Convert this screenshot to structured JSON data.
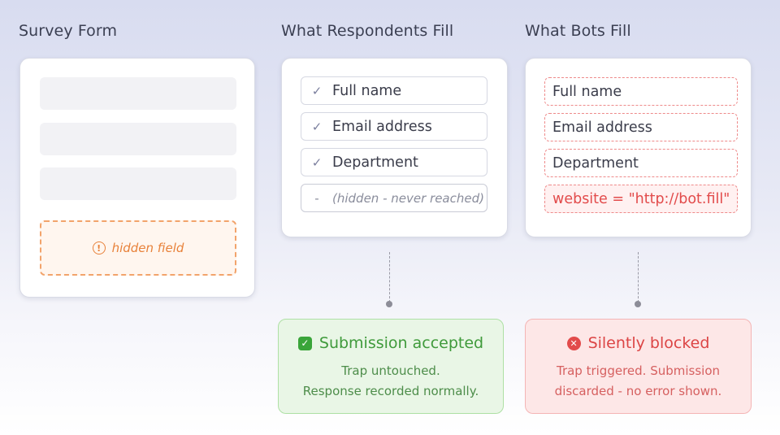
{
  "columns": {
    "survey": {
      "heading": "Survey Form",
      "hidden_field_label": "hidden field",
      "hidden_icon": "warning-circle-icon"
    },
    "respondents": {
      "heading": "What Respondents Fill",
      "fields": [
        "Full name",
        "Email address",
        "Department"
      ],
      "hidden_row_marker": "-",
      "hidden_row_text": "(hidden - never reached)",
      "check_icon": "check-icon"
    },
    "bots": {
      "heading": "What Bots Fill",
      "fields": [
        "Full name",
        "Email address",
        "Department"
      ],
      "trap_value": "website = \"http://bot.fill\""
    }
  },
  "results": {
    "accepted": {
      "title": "Submission accepted",
      "line1": "Trap untouched.",
      "line2": "Response recorded normally.",
      "icon": "check-square-icon"
    },
    "blocked": {
      "title": "Silently blocked",
      "line1": "Trap triggered. Submission",
      "line2": "discarded - no error shown.",
      "icon": "x-circle-icon"
    }
  },
  "colors": {
    "trap_orange": "#e8823b",
    "accepted_green": "#3f9a3b",
    "blocked_red": "#dc4545"
  }
}
